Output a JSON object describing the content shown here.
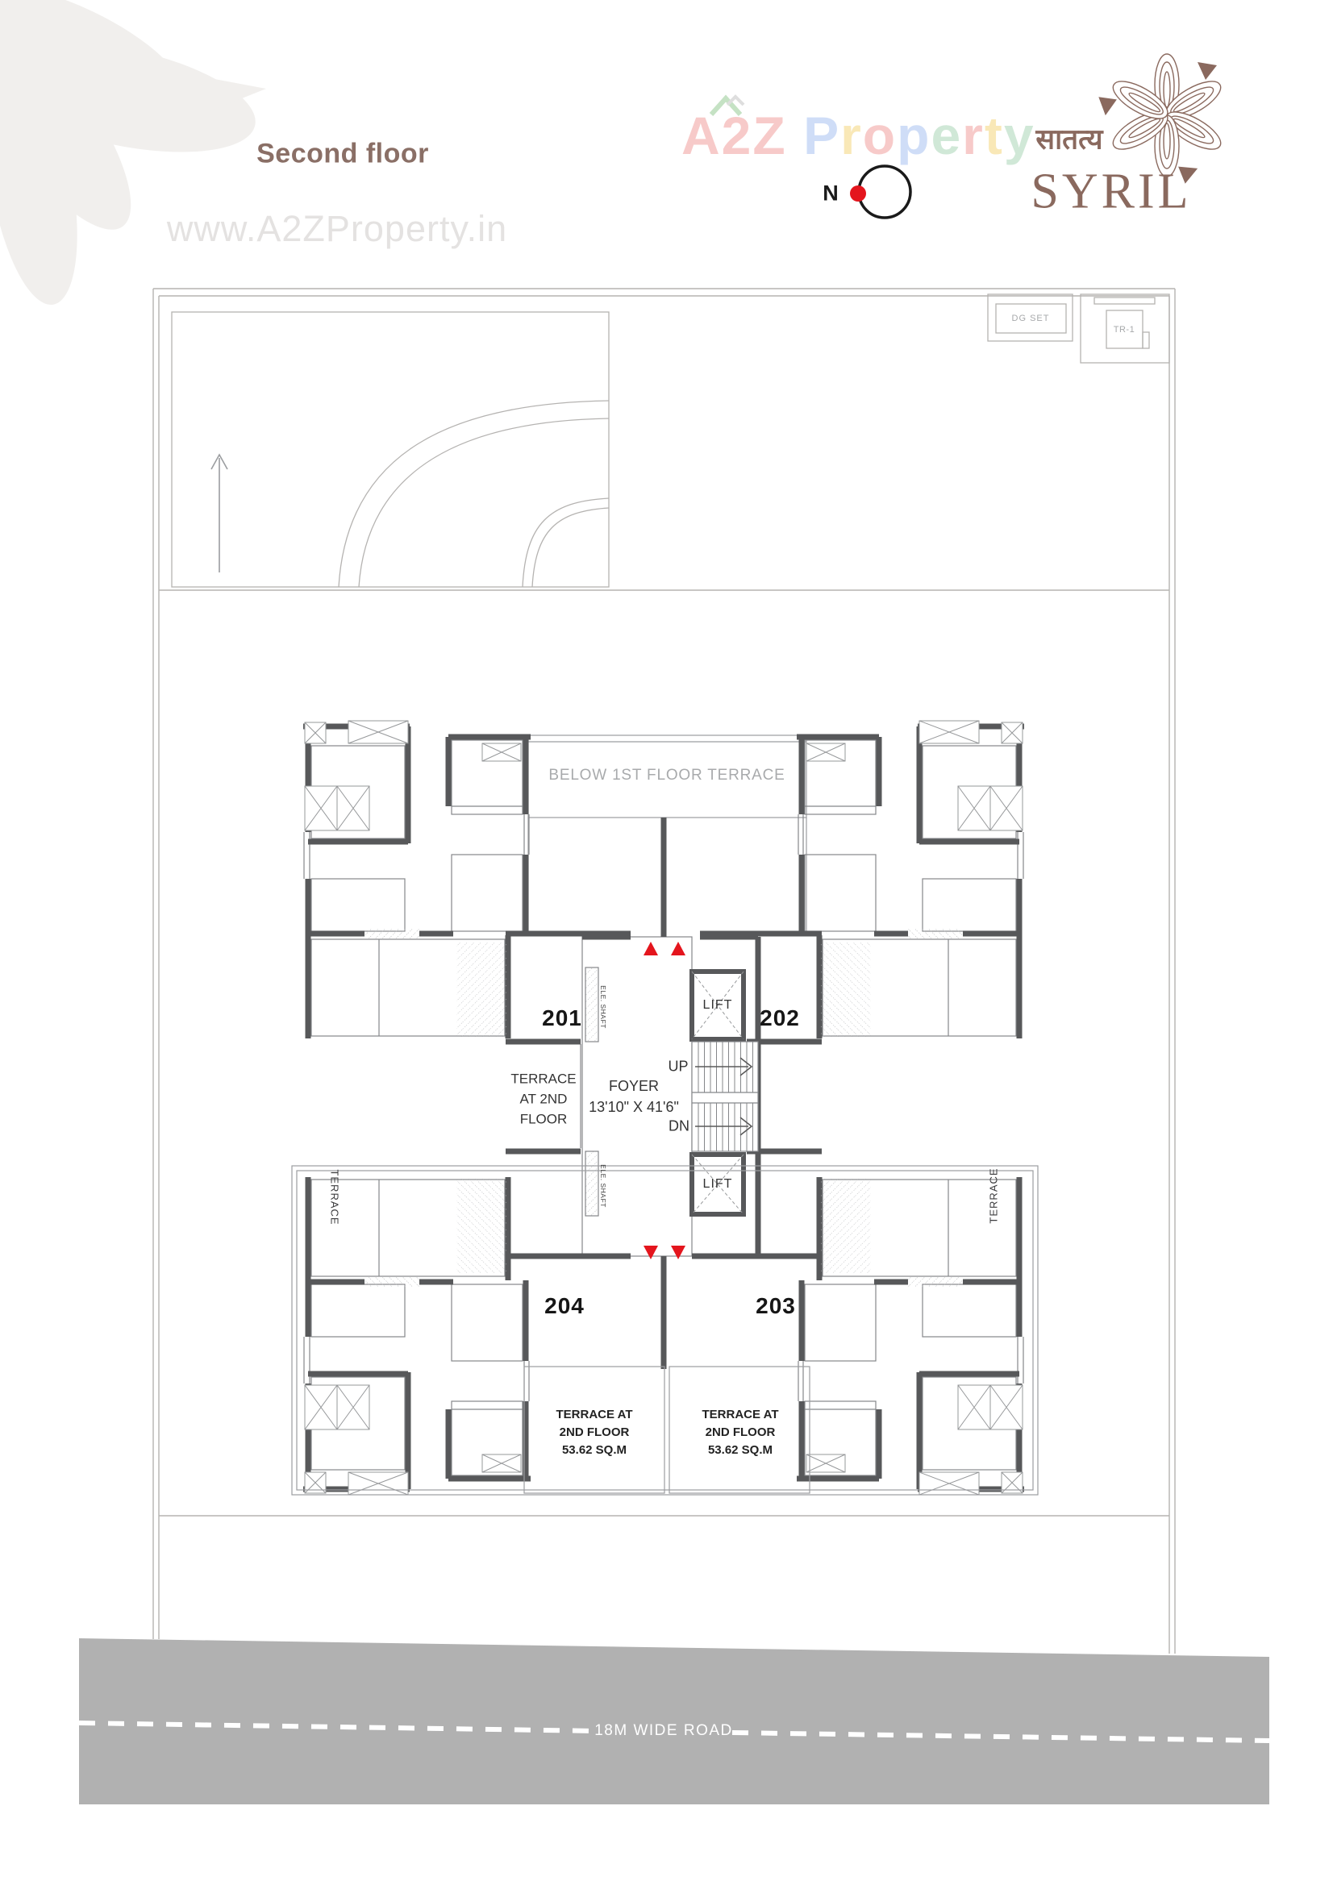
{
  "page": {
    "title": "Second floor",
    "watermark": "www.A2ZProperty.in"
  },
  "logo": {
    "text": "A2Z Property",
    "letters": [
      {
        "ch": "A",
        "color": "#f2a09e"
      },
      {
        "ch": "2",
        "color": "#f2a09e"
      },
      {
        "ch": "Z",
        "color": "#f2a09e"
      },
      {
        "ch": " ",
        "color": "#ffffff"
      },
      {
        "ch": "P",
        "color": "#a9c3f2"
      },
      {
        "ch": "r",
        "color": "#f5d67d"
      },
      {
        "ch": "o",
        "color": "#f2a09e"
      },
      {
        "ch": "p",
        "color": "#a9c3f2"
      },
      {
        "ch": "e",
        "color": "#abd6b8"
      },
      {
        "ch": "r",
        "color": "#f2a09e"
      },
      {
        "ch": "t",
        "color": "#f5d67d"
      },
      {
        "ch": "y",
        "color": "#abd6b8"
      }
    ]
  },
  "branding": {
    "devanagari": "सातत्य",
    "name": "SYRIL"
  },
  "compass": {
    "north_label": "N"
  },
  "site": {
    "dg_set": "DG SET",
    "transformer": "TR-1",
    "road": "18M WIDE ROAD"
  },
  "plan": {
    "below_terrace": "BELOW 1ST FLOOR TERRACE",
    "units": [
      {
        "label": "201"
      },
      {
        "label": "202"
      },
      {
        "label": "203"
      },
      {
        "label": "204"
      }
    ],
    "foyer": {
      "line1": "FOYER",
      "line2": "13'10\" X 41'6\""
    },
    "stairs": {
      "up": "UP",
      "down": "DN"
    },
    "lift": "LIFT",
    "ele_shaft": "ELE. SHAFT",
    "terrace_side": "TERRACE",
    "terrace_center": [
      "TERRACE",
      "AT 2ND",
      "FLOOR"
    ],
    "terrace_bottom": [
      "TERRACE AT",
      "2ND FLOOR",
      "53.62 SQ.M"
    ]
  },
  "colors": {
    "title_brown": "#8a6f66",
    "brand_brown": "#8a695e",
    "wall_gray": "#57585a",
    "accent_red": "#e4151d",
    "road_gray": "#b1b1b1",
    "muted_gray_text": "#a7a9ab"
  }
}
